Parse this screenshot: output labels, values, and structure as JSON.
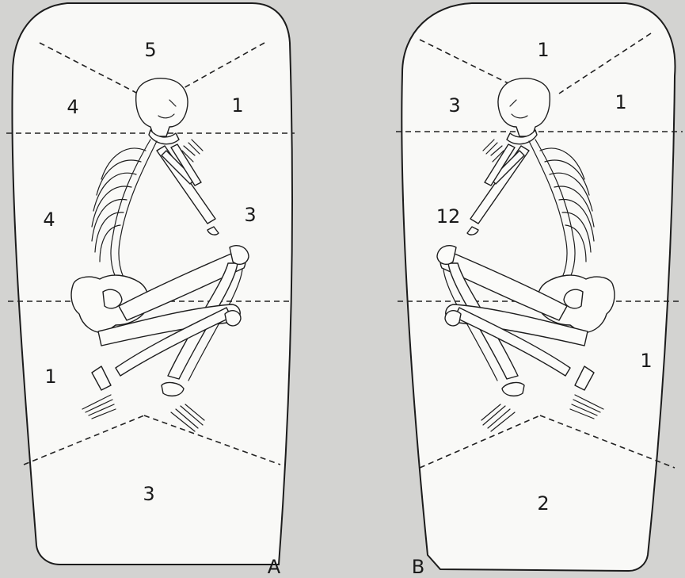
{
  "panels": [
    {
      "label": "A",
      "zones": {
        "head_top": "5",
        "head_left": "4",
        "head_right": "1",
        "torso_left": "4",
        "torso_right": "3",
        "legs_left": "1",
        "legs_right": "",
        "foot_end": "3"
      }
    },
    {
      "label": "B",
      "zones": {
        "head_top": "1",
        "head_left": "3",
        "head_right": "1",
        "torso_left": "12",
        "torso_right": "",
        "legs_left": "",
        "legs_right": "1",
        "foot_end": "2"
      }
    }
  ]
}
